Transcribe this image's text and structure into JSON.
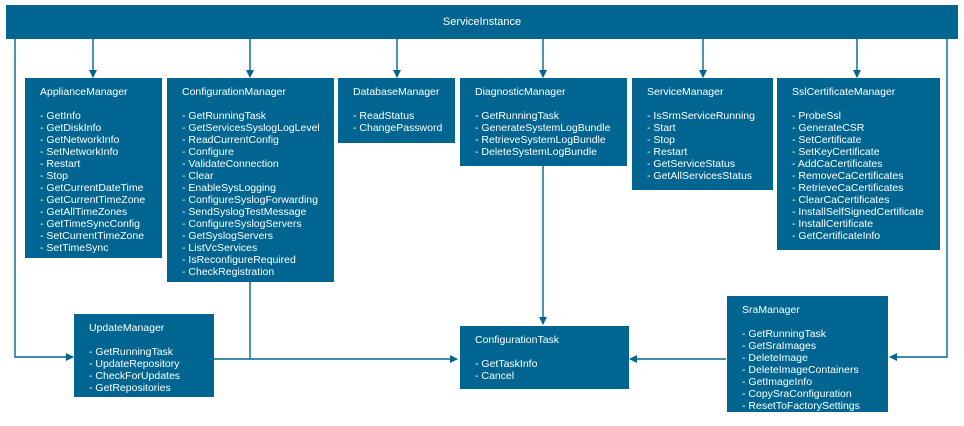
{
  "colors": {
    "box": "#006691",
    "line": "#006691",
    "text": "#ffffff"
  },
  "root": {
    "title": "ServiceInstance"
  },
  "managers": [
    {
      "key": "appliance",
      "title": "ApplianceManager",
      "methods": [
        "- GetInfo",
        "- GetDiskInfo",
        "- GetNetworkInfo",
        "- SetNetworkInfo",
        "- Restart",
        "- Stop",
        "- GetCurrentDateTime",
        "- GetCurrentTimeZone",
        "- GetAllTimeZones",
        "- GetTimeSyncConfig",
        "- SetCurrentTimeZone",
        "- SetTimeSync"
      ]
    },
    {
      "key": "configuration",
      "title": "ConfigurationManager",
      "methods": [
        "- GetRunningTask",
        "- GetServicesSyslogLogLevel",
        "- ReadCurrentConfig",
        "- Configure",
        "- ValidateConnection",
        "- Clear",
        "- EnableSysLogging",
        "- ConfigureSyslogForwarding",
        "- SendSyslogTestMessage",
        "- ConfigureSyslogServers",
        "- GetSyslogServers",
        "- ListVcServices",
        "- IsReconfigureRequired",
        "- CheckRegistration"
      ]
    },
    {
      "key": "database",
      "title": "DatabaseManager",
      "methods": [
        "- ReadStatus",
        "- ChangePassword"
      ]
    },
    {
      "key": "diagnostic",
      "title": "DiagnosticManager",
      "methods": [
        "- GetRunningTask",
        "- GenerateSystemLogBundle",
        "- RetrieveSystemLogBundle",
        "- DeleteSystemLogBundle"
      ]
    },
    {
      "key": "service",
      "title": "ServiceManager",
      "methods": [
        "- IsSrmServiceRunning",
        "- Start",
        "- Stop",
        "- Restart",
        "- GetServiceStatus",
        "- GetAllServicesStatus"
      ]
    },
    {
      "key": "ssl",
      "title": "SslCertificateManager",
      "methods": [
        "- ProbeSsl",
        "- GenerateCSR",
        "- SetCertificate",
        "- SetKeyCertificate",
        "- AddCaCertificates",
        "- RemoveCaCertificates",
        "- RetrieveCaCertificates",
        "- ClearCaCertificates",
        "- InstallSelfSignedCertificate",
        "- InstallCertificate",
        "- GetCertificateInfo"
      ]
    },
    {
      "key": "update",
      "title": "UpdateManager",
      "methods": [
        "- GetRunningTask",
        "- UpdateRepository",
        "- CheckForUpdates",
        "- GetRepositories"
      ]
    },
    {
      "key": "task",
      "title": "ConfigurationTask",
      "methods": [
        "- GetTaskInfo",
        "- Cancel"
      ]
    },
    {
      "key": "sra",
      "title": "SraManager",
      "methods": [
        "- GetRunningTask",
        "- GetSraImages",
        "- DeleteImage",
        "- DeleteImageContainers",
        "- GetImageInfo",
        "- CopySraConfiguration",
        "- ResetToFactorySettings"
      ]
    }
  ]
}
